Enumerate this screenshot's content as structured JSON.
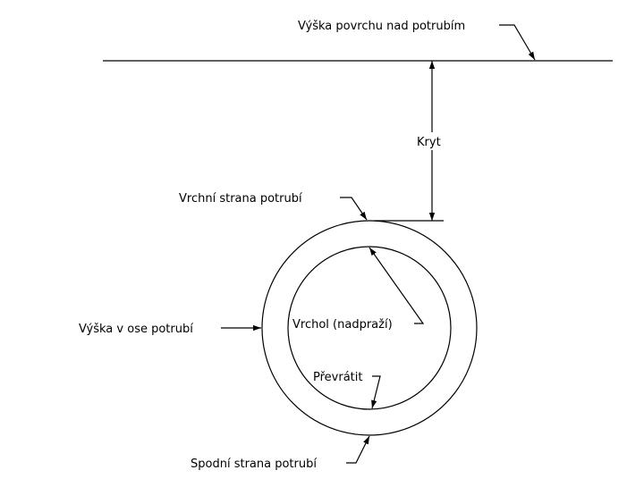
{
  "labels": {
    "surface": "Výška povrchu nad potrubím",
    "cover": "Kryt",
    "top_of_pipe": "Vrchní strana potrubí",
    "centerline": "Výška v ose potrubí",
    "crown": "Vrchol (nadpraží)",
    "invert": "Převrátit",
    "bottom_of_pipe": "Spodní strana potrubí"
  },
  "colors": {
    "line": "#000000",
    "background": "#ffffff"
  }
}
